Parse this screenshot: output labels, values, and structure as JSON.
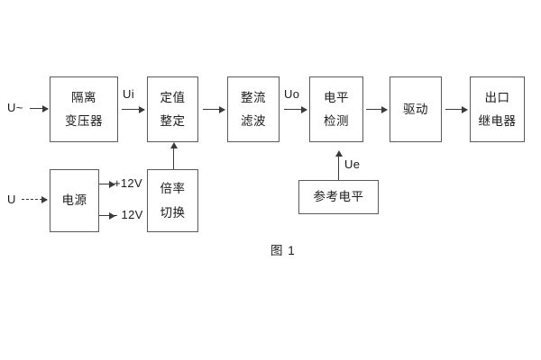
{
  "figure": {
    "caption": "图 1",
    "line_color": "#5a5a5a",
    "arrow_color": "#3a3a3a",
    "text_color": "#1a1a1a",
    "background": "#ffffff"
  },
  "inputs": {
    "ac_source_label": "U~",
    "dc_source_label": "U"
  },
  "signals": {
    "ui": "Ui",
    "uo": "Uo",
    "ue": "Ue"
  },
  "power_rails": {
    "positive": "+12V",
    "negative": "- 12V"
  },
  "blocks": {
    "isolation_transformer": {
      "line1": "隔离",
      "line2": "变压器"
    },
    "setting_value": {
      "line1": "定值",
      "line2": "整定"
    },
    "rectify_filter": {
      "line1": "整流",
      "line2": "滤波"
    },
    "level_detection": {
      "line1": "电平",
      "line2": "检测"
    },
    "drive": {
      "line1": "驱动"
    },
    "output_relay": {
      "line1": "出口",
      "line2": "继电器"
    },
    "power_supply": {
      "line1": "电源"
    },
    "ratio_switch": {
      "line1": "倍率",
      "line2": "切换"
    },
    "reference_level": {
      "line1": "参考电平"
    }
  }
}
